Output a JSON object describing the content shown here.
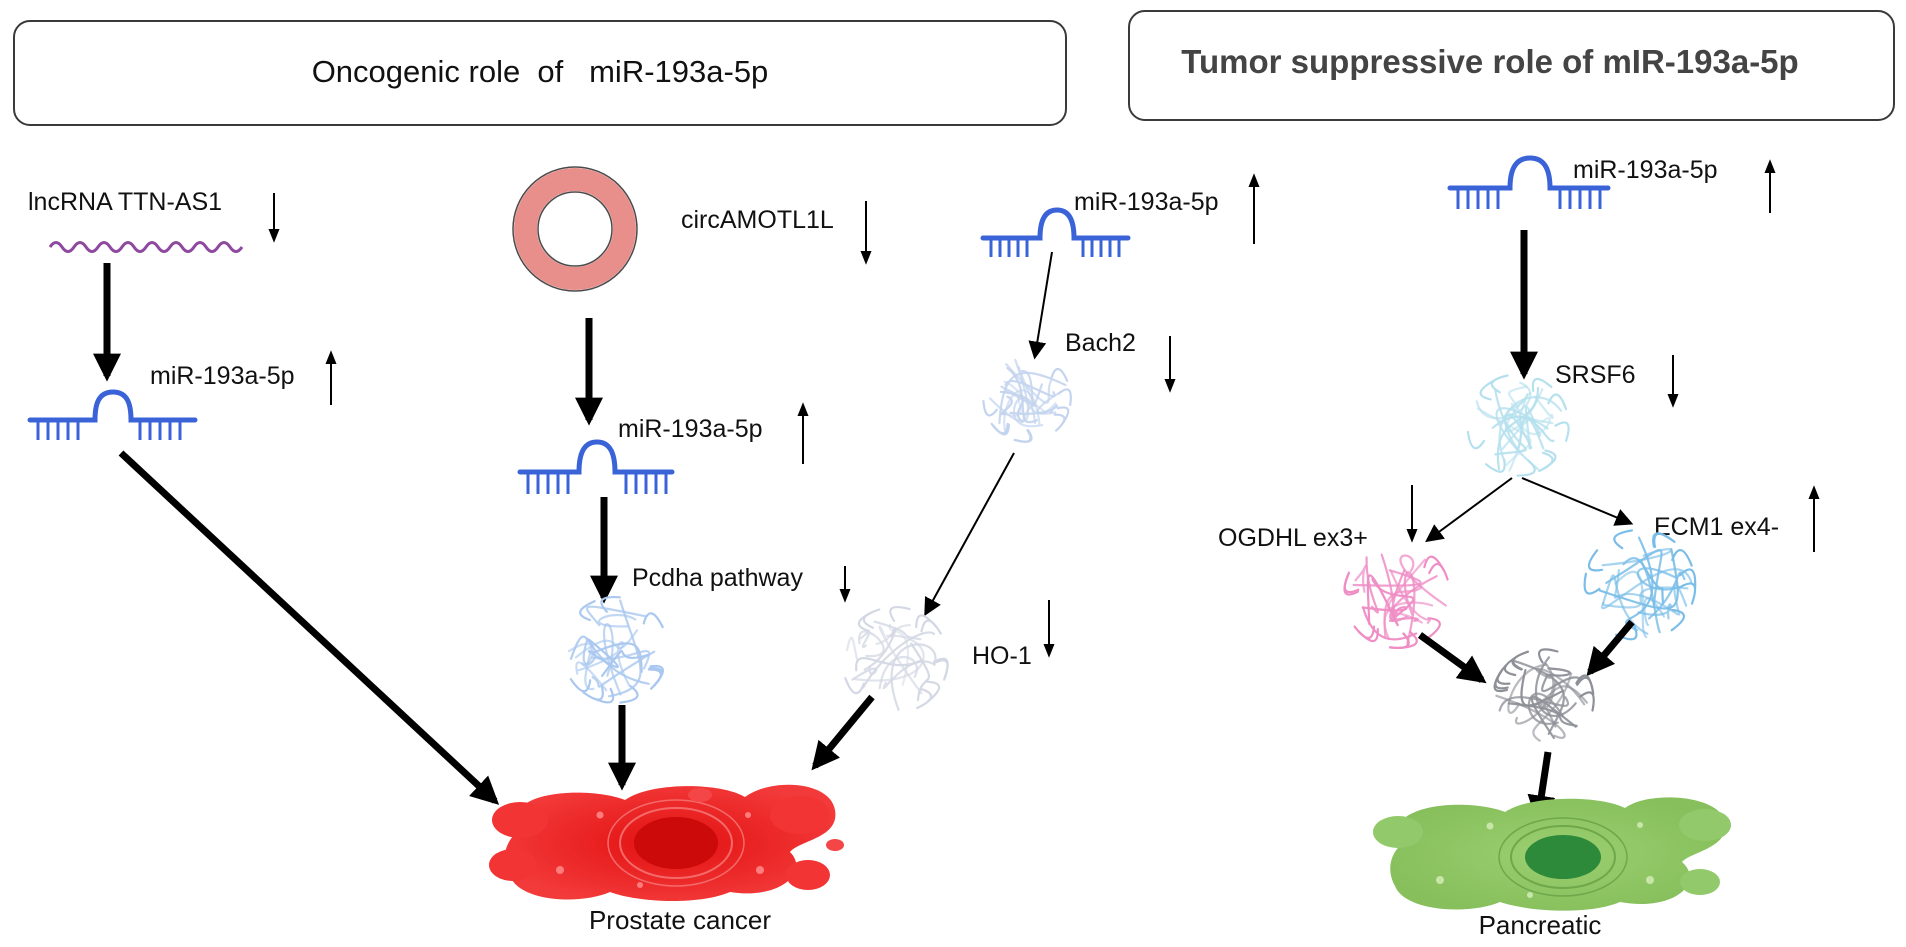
{
  "headers": {
    "oncogenic": "Oncogenic role  of   miR-193a-5p",
    "suppressive": "Tumor suppressive role of mIR-193a-5p"
  },
  "labels": {
    "lncrna": "lncRNA TTN-AS1",
    "circ": "circAMOTL1L",
    "mir_left": "miR-193a-5p",
    "mir_center": "miR-193a-5p",
    "mir_right": "miR-193a-5p",
    "mir_suppress": "miR-193a-5p",
    "bach2": "Bach2",
    "pcdha": "Pcdha pathway",
    "ho1": "HO-1",
    "srsf6": "SRSF6",
    "ogdhl": "OGDHL ex3+",
    "ecm1": "ECM1 ex4-",
    "prostate": "Prostate cancer",
    "pancreatic": "Pancreatic"
  },
  "colors": {
    "mirna_blue": "#3b63d8",
    "prostate_red": "#f02828",
    "pancreatic_green": "#8cc563",
    "circ_pink": "#e88f8c",
    "lncrna_purple": "#8e4a9e"
  },
  "regulation": {
    "lncrna": "down",
    "circ": "down",
    "mir_left": "up",
    "mir_center": "up",
    "mir_right": "up",
    "mir_suppress": "up",
    "bach2": "down",
    "pcdha": "down",
    "ho1": "down",
    "srsf6": "down",
    "ogdhl": "down",
    "ecm1": "up"
  }
}
